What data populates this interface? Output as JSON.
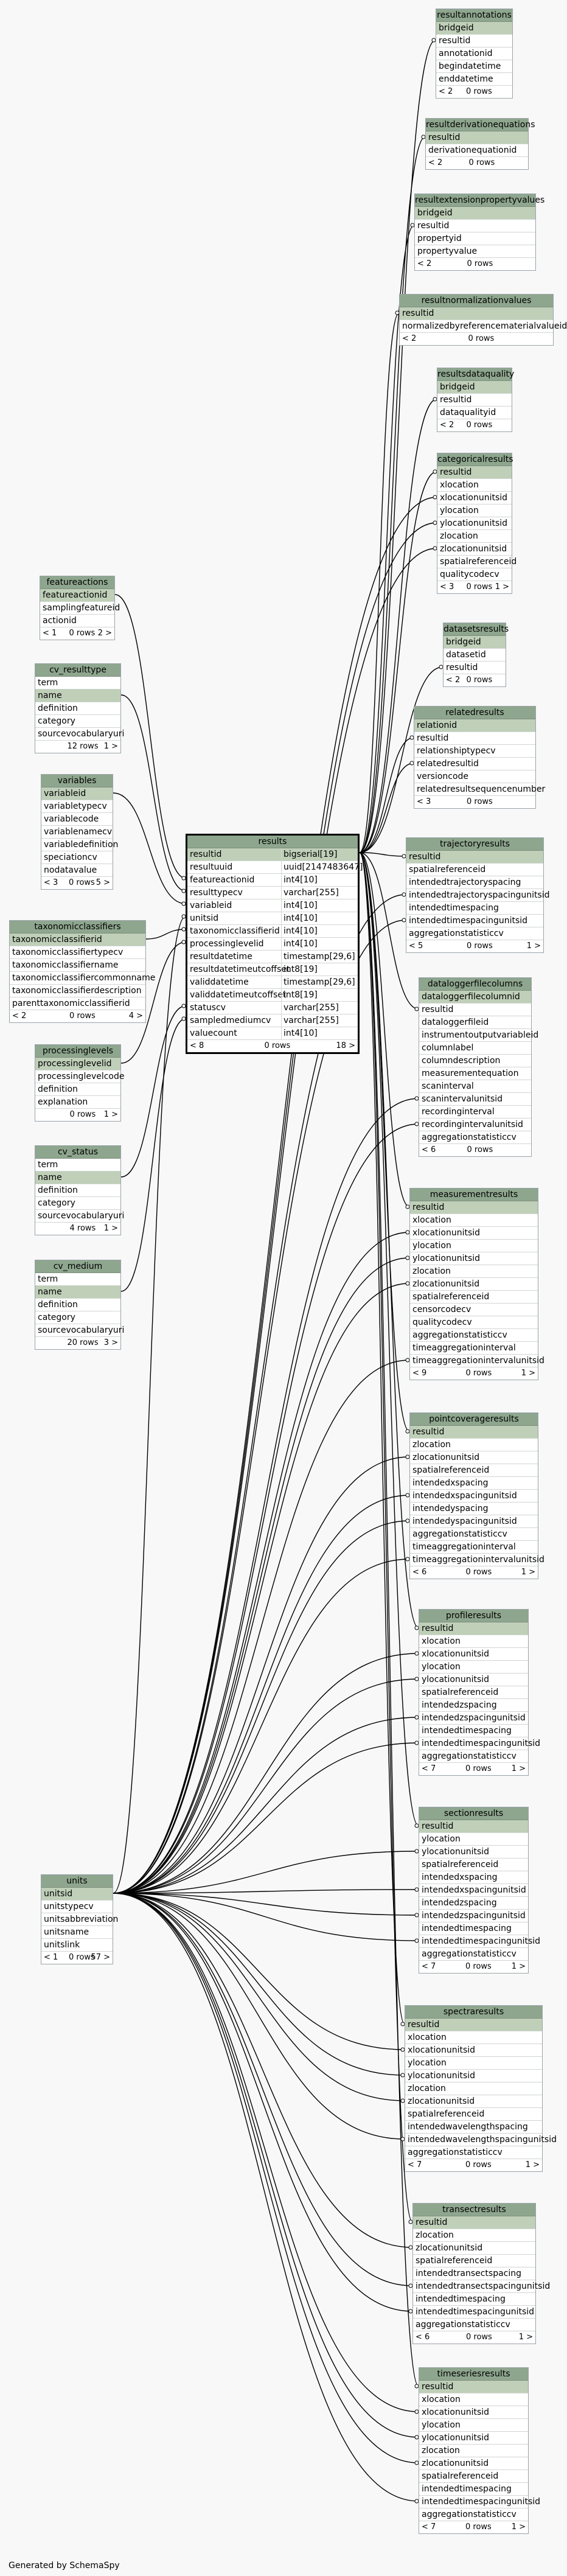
{
  "footer": "Generated by SchemaSpy",
  "tables": {
    "resultannotations": {
      "title": "resultannotations",
      "rows": [
        {
          "name": "bridgeid",
          "key": true
        },
        {
          "name": "resultid",
          "key": false
        },
        {
          "name": "annotationid",
          "key": false
        },
        {
          "name": "begindatetime",
          "key": false
        },
        {
          "name": "enddatetime",
          "key": false
        }
      ],
      "footer": [
        "< 2",
        "0 rows",
        ""
      ]
    },
    "resultderivationequations": {
      "title": "resultderivationequations",
      "rows": [
        {
          "name": "resultid",
          "key": true
        },
        {
          "name": "derivationequationid",
          "key": false
        }
      ],
      "footer": [
        "< 2",
        "0 rows",
        ""
      ]
    },
    "resultextensionpropertyvalues": {
      "title": "resultextensionpropertyvalues",
      "rows": [
        {
          "name": "bridgeid",
          "key": true
        },
        {
          "name": "resultid",
          "key": false
        },
        {
          "name": "propertyid",
          "key": false
        },
        {
          "name": "propertyvalue",
          "key": false
        }
      ],
      "footer": [
        "< 2",
        "0 rows",
        ""
      ]
    },
    "resultnormalizationvalues": {
      "title": "resultnormalizationvalues",
      "rows": [
        {
          "name": "resultid",
          "key": true
        },
        {
          "name": "normalizedbyreferencematerialvalueid",
          "key": false
        }
      ],
      "footer": [
        "< 2",
        "0 rows",
        ""
      ]
    },
    "resultsdataquality": {
      "title": "resultsdataquality",
      "rows": [
        {
          "name": "bridgeid",
          "key": true
        },
        {
          "name": "resultid",
          "key": false
        },
        {
          "name": "dataqualityid",
          "key": false
        }
      ],
      "footer": [
        "< 2",
        "0 rows",
        ""
      ]
    },
    "categoricalresults": {
      "title": "categoricalresults",
      "rows": [
        {
          "name": "resultid",
          "key": true
        },
        {
          "name": "xlocation",
          "key": false
        },
        {
          "name": "xlocationunitsid",
          "key": false
        },
        {
          "name": "ylocation",
          "key": false
        },
        {
          "name": "ylocationunitsid",
          "key": false
        },
        {
          "name": "zlocation",
          "key": false
        },
        {
          "name": "zlocationunitsid",
          "key": false
        },
        {
          "name": "spatialreferenceid",
          "key": false
        },
        {
          "name": "qualitycodecv",
          "key": false
        }
      ],
      "footer": [
        "< 3",
        "0 rows",
        "1 >"
      ]
    },
    "datasetsresults": {
      "title": "datasetsresults",
      "rows": [
        {
          "name": "bridgeid",
          "key": true
        },
        {
          "name": "datasetid",
          "key": false
        },
        {
          "name": "resultid",
          "key": false
        }
      ],
      "footer": [
        "< 2",
        "0 rows",
        ""
      ]
    },
    "relatedresults": {
      "title": "relatedresults",
      "rows": [
        {
          "name": "relationid",
          "key": true
        },
        {
          "name": "resultid",
          "key": false
        },
        {
          "name": "relationshiptypecv",
          "key": false
        },
        {
          "name": "relatedresultid",
          "key": false
        },
        {
          "name": "versioncode",
          "key": false
        },
        {
          "name": "relatedresultsequencenumber",
          "key": false
        }
      ],
      "footer": [
        "< 3",
        "0 rows",
        ""
      ]
    },
    "trajectoryresults": {
      "title": "trajectoryresults",
      "rows": [
        {
          "name": "resultid",
          "key": true
        },
        {
          "name": "spatialreferenceid",
          "key": false
        },
        {
          "name": "intendedtrajectoryspacing",
          "key": false
        },
        {
          "name": "intendedtrajectoryspacingunitsid",
          "key": false
        },
        {
          "name": "intendedtimespacing",
          "key": false
        },
        {
          "name": "intendedtimespacingunitsid",
          "key": false
        },
        {
          "name": "aggregationstatisticcv",
          "key": false
        }
      ],
      "footer": [
        "< 5",
        "0 rows",
        "1 >"
      ]
    },
    "dataloggerfilecolumns": {
      "title": "dataloggerfilecolumns",
      "rows": [
        {
          "name": "dataloggerfilecolumnid",
          "key": true
        },
        {
          "name": "resultid",
          "key": false
        },
        {
          "name": "dataloggerfileid",
          "key": false
        },
        {
          "name": "instrumentoutputvariableid",
          "key": false
        },
        {
          "name": "columnlabel",
          "key": false
        },
        {
          "name": "columndescription",
          "key": false
        },
        {
          "name": "measurementequation",
          "key": false
        },
        {
          "name": "scaninterval",
          "key": false
        },
        {
          "name": "scanintervalunitsid",
          "key": false
        },
        {
          "name": "recordinginterval",
          "key": false
        },
        {
          "name": "recordingintervalunitsid",
          "key": false
        },
        {
          "name": "aggregationstatisticcv",
          "key": false
        }
      ],
      "footer": [
        "< 6",
        "0 rows",
        ""
      ]
    },
    "measurementresults": {
      "title": "measurementresults",
      "rows": [
        {
          "name": "resultid",
          "key": true
        },
        {
          "name": "xlocation",
          "key": false
        },
        {
          "name": "xlocationunitsid",
          "key": false
        },
        {
          "name": "ylocation",
          "key": false
        },
        {
          "name": "ylocationunitsid",
          "key": false
        },
        {
          "name": "zlocation",
          "key": false
        },
        {
          "name": "zlocationunitsid",
          "key": false
        },
        {
          "name": "spatialreferenceid",
          "key": false
        },
        {
          "name": "censorcodecv",
          "key": false
        },
        {
          "name": "qualitycodecv",
          "key": false
        },
        {
          "name": "aggregationstatisticcv",
          "key": false
        },
        {
          "name": "timeaggregationinterval",
          "key": false
        },
        {
          "name": "timeaggregationintervalunitsid",
          "key": false
        }
      ],
      "footer": [
        "< 9",
        "0 rows",
        "1 >"
      ]
    },
    "pointcoverageresults": {
      "title": "pointcoverageresults",
      "rows": [
        {
          "name": "resultid",
          "key": true
        },
        {
          "name": "zlocation",
          "key": false
        },
        {
          "name": "zlocationunitsid",
          "key": false
        },
        {
          "name": "spatialreferenceid",
          "key": false
        },
        {
          "name": "intendedxspacing",
          "key": false
        },
        {
          "name": "intendedxspacingunitsid",
          "key": false
        },
        {
          "name": "intendedyspacing",
          "key": false
        },
        {
          "name": "intendedyspacingunitsid",
          "key": false
        },
        {
          "name": "aggregationstatisticcv",
          "key": false
        },
        {
          "name": "timeaggregationinterval",
          "key": false
        },
        {
          "name": "timeaggregationintervalunitsid",
          "key": false
        }
      ],
      "footer": [
        "< 6",
        "0 rows",
        "1 >"
      ]
    },
    "profileresults": {
      "title": "profileresults",
      "rows": [
        {
          "name": "resultid",
          "key": true
        },
        {
          "name": "xlocation",
          "key": false
        },
        {
          "name": "xlocationunitsid",
          "key": false
        },
        {
          "name": "ylocation",
          "key": false
        },
        {
          "name": "ylocationunitsid",
          "key": false
        },
        {
          "name": "spatialreferenceid",
          "key": false
        },
        {
          "name": "intendedzspacing",
          "key": false
        },
        {
          "name": "intendedzspacingunitsid",
          "key": false
        },
        {
          "name": "intendedtimespacing",
          "key": false
        },
        {
          "name": "intendedtimespacingunitsid",
          "key": false
        },
        {
          "name": "aggregationstatisticcv",
          "key": false
        }
      ],
      "footer": [
        "< 7",
        "0 rows",
        "1 >"
      ]
    },
    "sectionresults": {
      "title": "sectionresults",
      "rows": [
        {
          "name": "resultid",
          "key": true
        },
        {
          "name": "ylocation",
          "key": false
        },
        {
          "name": "ylocationunitsid",
          "key": false
        },
        {
          "name": "spatialreferenceid",
          "key": false
        },
        {
          "name": "intendedxspacing",
          "key": false
        },
        {
          "name": "intendedxspacingunitsid",
          "key": false
        },
        {
          "name": "intendedzspacing",
          "key": false
        },
        {
          "name": "intendedzspacingunitsid",
          "key": false
        },
        {
          "name": "intendedtimespacing",
          "key": false
        },
        {
          "name": "intendedtimespacingunitsid",
          "key": false
        },
        {
          "name": "aggregationstatisticcv",
          "key": false
        }
      ],
      "footer": [
        "< 7",
        "0 rows",
        "1 >"
      ]
    },
    "spectraresults": {
      "title": "spectraresults",
      "rows": [
        {
          "name": "resultid",
          "key": true
        },
        {
          "name": "xlocation",
          "key": false
        },
        {
          "name": "xlocationunitsid",
          "key": false
        },
        {
          "name": "ylocation",
          "key": false
        },
        {
          "name": "ylocationunitsid",
          "key": false
        },
        {
          "name": "zlocation",
          "key": false
        },
        {
          "name": "zlocationunitsid",
          "key": false
        },
        {
          "name": "spatialreferenceid",
          "key": false
        },
        {
          "name": "intendedwavelengthspacing",
          "key": false
        },
        {
          "name": "intendedwavelengthspacingunitsid",
          "key": false
        },
        {
          "name": "aggregationstatisticcv",
          "key": false
        }
      ],
      "footer": [
        "< 7",
        "0 rows",
        "1 >"
      ]
    },
    "transectresults": {
      "title": "transectresults",
      "rows": [
        {
          "name": "resultid",
          "key": true
        },
        {
          "name": "zlocation",
          "key": false
        },
        {
          "name": "zlocationunitsid",
          "key": false
        },
        {
          "name": "spatialreferenceid",
          "key": false
        },
        {
          "name": "intendedtransectspacing",
          "key": false
        },
        {
          "name": "intendedtransectspacingunitsid",
          "key": false
        },
        {
          "name": "intendedtimespacing",
          "key": false
        },
        {
          "name": "intendedtimespacingunitsid",
          "key": false
        },
        {
          "name": "aggregationstatisticcv",
          "key": false
        }
      ],
      "footer": [
        "< 6",
        "0 rows",
        "1 >"
      ]
    },
    "timeseriesresults": {
      "title": "timeseriesresults",
      "rows": [
        {
          "name": "resultid",
          "key": true
        },
        {
          "name": "xlocation",
          "key": false
        },
        {
          "name": "xlocationunitsid",
          "key": false
        },
        {
          "name": "ylocation",
          "key": false
        },
        {
          "name": "ylocationunitsid",
          "key": false
        },
        {
          "name": "zlocation",
          "key": false
        },
        {
          "name": "zlocationunitsid",
          "key": false
        },
        {
          "name": "spatialreferenceid",
          "key": false
        },
        {
          "name": "intendedtimespacing",
          "key": false
        },
        {
          "name": "intendedtimespacingunitsid",
          "key": false
        },
        {
          "name": "aggregationstatisticcv",
          "key": false
        }
      ],
      "footer": [
        "< 7",
        "0 rows",
        "1 >"
      ]
    },
    "results": {
      "title": "results",
      "rows": [
        {
          "name": "resultid",
          "key": true,
          "type": "bigserial[19]"
        },
        {
          "name": "resultuuid",
          "key": false,
          "type": "uuid[2147483647]"
        },
        {
          "name": "featureactionid",
          "key": false,
          "type": "int4[10]"
        },
        {
          "name": "resulttypecv",
          "key": false,
          "type": "varchar[255]"
        },
        {
          "name": "variableid",
          "key": false,
          "type": "int4[10]"
        },
        {
          "name": "unitsid",
          "key": false,
          "type": "int4[10]"
        },
        {
          "name": "taxonomicclassifierid",
          "key": false,
          "type": "int4[10]"
        },
        {
          "name": "processinglevelid",
          "key": false,
          "type": "int4[10]"
        },
        {
          "name": "resultdatetime",
          "key": false,
          "type": "timestamp[29,6]"
        },
        {
          "name": "resultdatetimeutcoffset",
          "key": false,
          "type": "int8[19]"
        },
        {
          "name": "validdatetime",
          "key": false,
          "type": "timestamp[29,6]"
        },
        {
          "name": "validdatetimeutcoffset",
          "key": false,
          "type": "int8[19]"
        },
        {
          "name": "statuscv",
          "key": false,
          "type": "varchar[255]"
        },
        {
          "name": "sampledmediumcv",
          "key": false,
          "type": "varchar[255]"
        },
        {
          "name": "valuecount",
          "key": false,
          "type": "int4[10]"
        }
      ],
      "footer": [
        "< 8",
        "0 rows",
        "18 >"
      ]
    },
    "featureactions": {
      "title": "featureactions",
      "rows": [
        {
          "name": "featureactionid",
          "key": true
        },
        {
          "name": "samplingfeatureid",
          "key": false
        },
        {
          "name": "actionid",
          "key": false
        }
      ],
      "footer": [
        "< 1",
        "0 rows",
        "2 >"
      ]
    },
    "cv_resulttype": {
      "title": "cv_resulttype",
      "rows": [
        {
          "name": "term",
          "key": false
        },
        {
          "name": "name",
          "key": true
        },
        {
          "name": "definition",
          "key": false
        },
        {
          "name": "category",
          "key": false
        },
        {
          "name": "sourcevocabularyuri",
          "key": false
        }
      ],
      "footer": [
        "",
        "12 rows",
        "1 >"
      ]
    },
    "variables": {
      "title": "variables",
      "rows": [
        {
          "name": "variableid",
          "key": true
        },
        {
          "name": "variabletypecv",
          "key": false
        },
        {
          "name": "variablecode",
          "key": false
        },
        {
          "name": "variablenamecv",
          "key": false
        },
        {
          "name": "variabledefinition",
          "key": false
        },
        {
          "name": "speciationcv",
          "key": false
        },
        {
          "name": "nodatavalue",
          "key": false
        }
      ],
      "footer": [
        "< 3",
        "0 rows",
        "5 >"
      ]
    },
    "taxonomicclassifiers": {
      "title": "taxonomicclassifiers",
      "rows": [
        {
          "name": "taxonomicclassifierid",
          "key": true
        },
        {
          "name": "taxonomicclassifiertypecv",
          "key": false
        },
        {
          "name": "taxonomicclassifiername",
          "key": false
        },
        {
          "name": "taxonomicclassifiercommonname",
          "key": false
        },
        {
          "name": "taxonomicclassifierdescription",
          "key": false
        },
        {
          "name": "parenttaxonomicclassifierid",
          "key": false
        }
      ],
      "footer": [
        "< 2",
        "0 rows",
        "4 >"
      ]
    },
    "processinglevels": {
      "title": "processinglevels",
      "rows": [
        {
          "name": "processinglevelid",
          "key": true
        },
        {
          "name": "processinglevelcode",
          "key": false
        },
        {
          "name": "definition",
          "key": false
        },
        {
          "name": "explanation",
          "key": false
        }
      ],
      "footer": [
        "",
        "0 rows",
        "1 >"
      ]
    },
    "cv_status": {
      "title": "cv_status",
      "rows": [
        {
          "name": "term",
          "key": false
        },
        {
          "name": "name",
          "key": true
        },
        {
          "name": "definition",
          "key": false
        },
        {
          "name": "category",
          "key": false
        },
        {
          "name": "sourcevocabularyuri",
          "key": false
        }
      ],
      "footer": [
        "",
        "4 rows",
        "1 >"
      ]
    },
    "cv_medium": {
      "title": "cv_medium",
      "rows": [
        {
          "name": "term",
          "key": false
        },
        {
          "name": "name",
          "key": true
        },
        {
          "name": "definition",
          "key": false
        },
        {
          "name": "category",
          "key": false
        },
        {
          "name": "sourcevocabularyuri",
          "key": false
        }
      ],
      "footer": [
        "",
        "20 rows",
        "3 >"
      ]
    },
    "units": {
      "title": "units",
      "rows": [
        {
          "name": "unitsid",
          "key": true
        },
        {
          "name": "unitstypecv",
          "key": false
        },
        {
          "name": "unitsabbreviation",
          "key": false
        },
        {
          "name": "unitsname",
          "key": false
        },
        {
          "name": "unitslink",
          "key": false
        }
      ],
      "footer": [
        "< 1",
        "0 rows",
        "57 >"
      ]
    }
  }
}
